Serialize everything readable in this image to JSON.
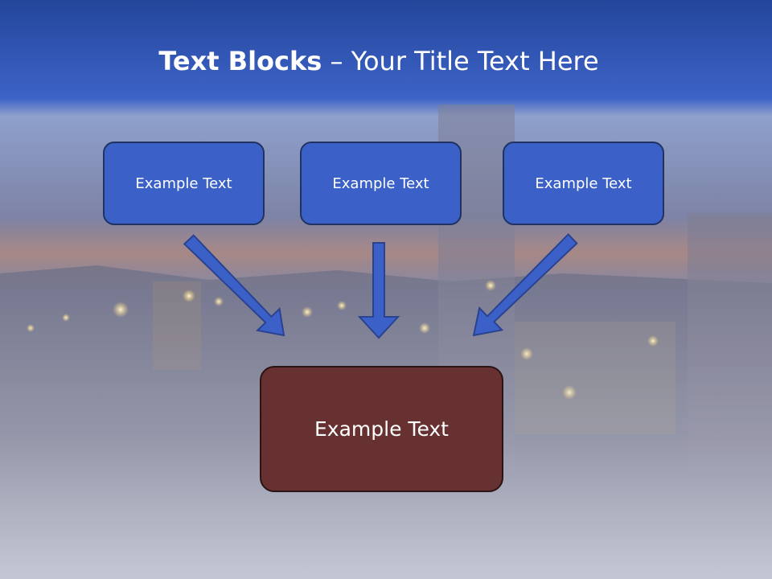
{
  "slide": {
    "title_strong": "Text Blocks",
    "title_rest": " – Your Title Text Here"
  },
  "diagram": {
    "top_boxes": [
      {
        "label": "Example Text"
      },
      {
        "label": "Example Text"
      },
      {
        "label": "Example Text"
      }
    ],
    "bottom_box": {
      "label": "Example Text"
    }
  },
  "colors": {
    "top_box_fill": "#3b61c9",
    "bottom_box_fill": "#663130",
    "arrow_fill": "#3b61c9",
    "header_band": "#2e56bf"
  }
}
